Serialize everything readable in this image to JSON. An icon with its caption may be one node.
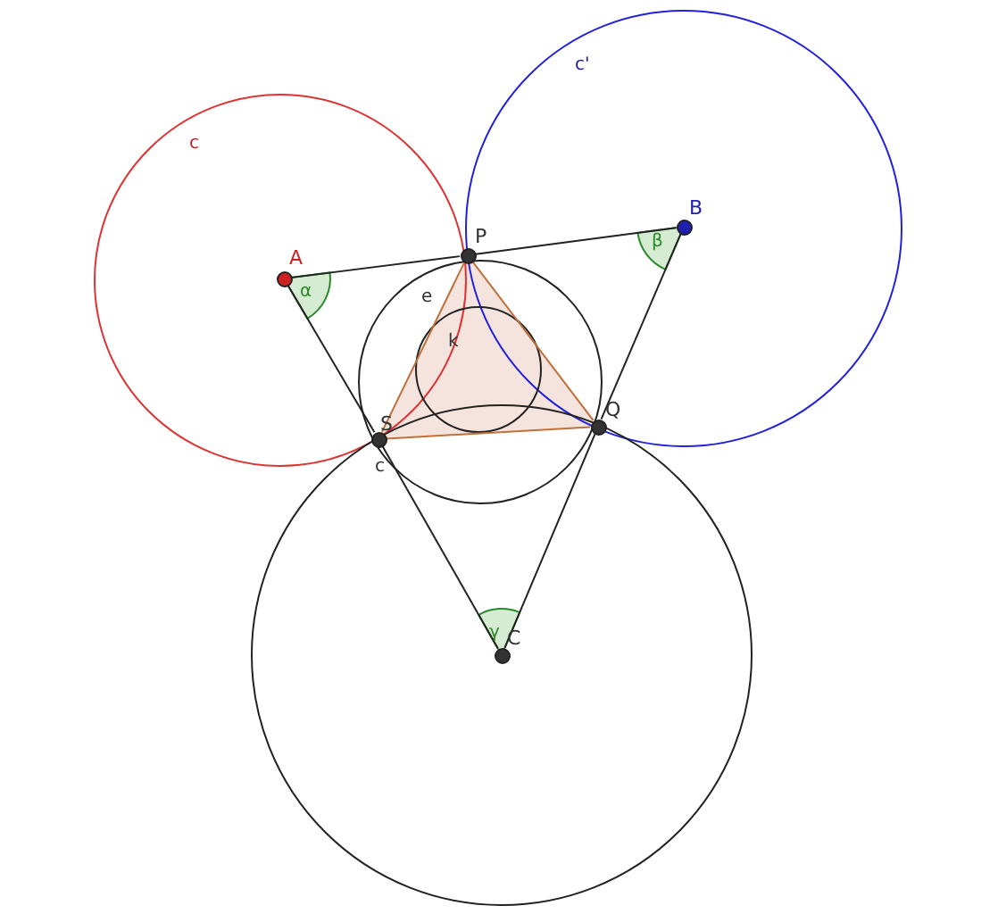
{
  "diagram": {
    "nodes": [
      {
        "text": [
          "A"
        ]
      },
      {
        "text": [
          "P"
        ]
      },
      {
        "text": [
          "B"
        ]
      },
      {
        "text": [
          "S"
        ]
      },
      {
        "text": [
          "Q"
        ]
      },
      {
        "text": [
          "C"
        ]
      }
    ],
    "edges": [
      {
        "from": 0,
        "to": 1,
        "arrow": "none"
      },
      {
        "from": 1,
        "to": 2,
        "arrow": "none"
      },
      {
        "from": 2,
        "to": 4,
        "arrow": "none"
      },
      {
        "from": 4,
        "to": 5,
        "arrow": "none"
      },
      {
        "from": 5,
        "to": 3,
        "arrow": "none"
      },
      {
        "from": 3,
        "to": 0,
        "arrow": "none"
      },
      {
        "from": 1,
        "to": 4,
        "arrow": "none",
        "color": "#c0703a"
      },
      {
        "from": 4,
        "to": 3,
        "arrow": "none",
        "color": "#c0703a"
      },
      {
        "from": 3,
        "to": 1,
        "arrow": "none",
        "color": "#c0703a"
      }
    ],
    "labels": [
      "c",
      "c'",
      "α",
      "β",
      "e",
      "k",
      "c",
      "γ"
    ]
  }
}
